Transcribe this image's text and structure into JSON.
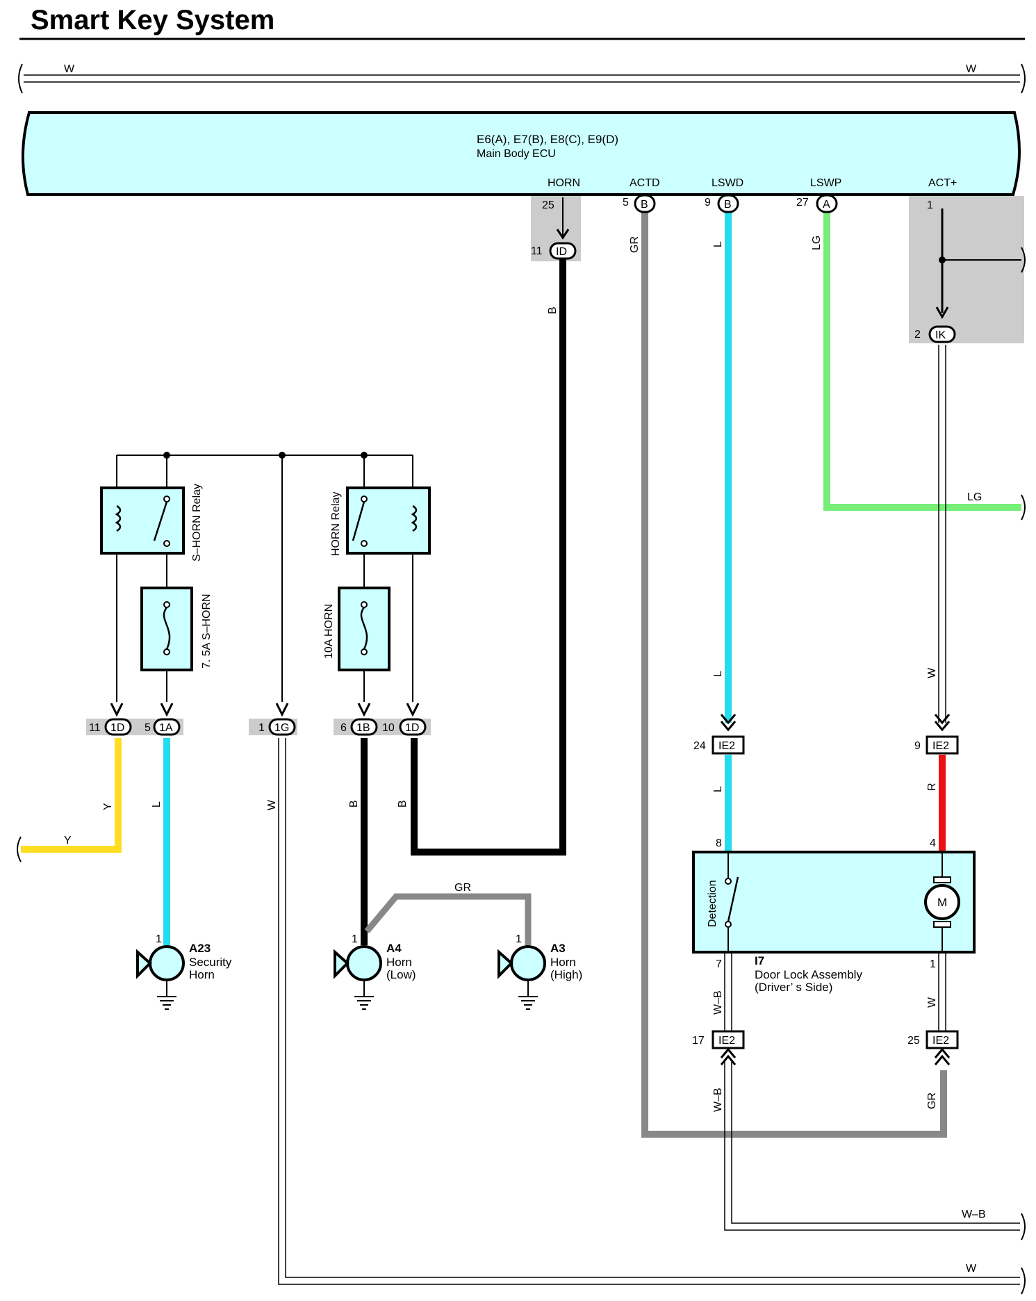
{
  "title": "Smart Key System",
  "ecu": {
    "connectors": "E6(A), E7(B), E8(C), E9(D)",
    "name": "Main Body ECU",
    "terminals": {
      "horn": {
        "label": "HORN",
        "pin": "25",
        "conn": ""
      },
      "actd": {
        "label": "ACTD",
        "pin": "5",
        "conn": "B"
      },
      "lswd": {
        "label": "LSWD",
        "pin": "9",
        "conn": "B"
      },
      "lswp": {
        "label": "LSWP",
        "pin": "27",
        "conn": "A"
      },
      "actp": {
        "label": "ACT+",
        "pin": "1",
        "conn": ""
      }
    }
  },
  "relays": {
    "shorn": "S–HORN Relay",
    "horn": "HORN Relay"
  },
  "fuses": {
    "shorn": "7. 5A S–HORN",
    "horn": "10A HORN"
  },
  "junction_connectors": [
    {
      "pin": "11",
      "id": "ID"
    },
    {
      "pin": "2",
      "id": "IK"
    },
    {
      "pin": "11",
      "id": "1D"
    },
    {
      "pin": "5",
      "id": "1A"
    },
    {
      "pin": "1",
      "id": "1G"
    },
    {
      "pin": "6",
      "id": "1B"
    },
    {
      "pin": "10",
      "id": "1D"
    },
    {
      "pin": "24",
      "id": "IE2"
    },
    {
      "pin": "9",
      "id": "IE2"
    },
    {
      "pin": "17",
      "id": "IE2"
    },
    {
      "pin": "25",
      "id": "IE2"
    }
  ],
  "wire_colors": {
    "W": "W",
    "B": "B",
    "GR": "GR",
    "L": "L",
    "LG": "LG",
    "Y": "Y",
    "R": "R",
    "WB": "W–B"
  },
  "colors": {
    "ecu_fill": "#ccffff",
    "wire_l": "#22ddee",
    "wire_lg": "#77ee77",
    "wire_y": "#ffdd22",
    "wire_r": "#ee1111",
    "wire_b": "#000000",
    "wire_gr": "#888888",
    "shade": "#cccccc"
  },
  "components": {
    "a23": {
      "id": "A23",
      "line1": "Security",
      "line2": "Horn",
      "pin": "1"
    },
    "a4": {
      "id": "A4",
      "line1": "Horn",
      "line2": "(Low)",
      "pin": "1"
    },
    "a3": {
      "id": "A3",
      "line1": "Horn",
      "line2": "(High)",
      "pin": "1"
    },
    "i7": {
      "id": "I7",
      "line1": "Door Lock Assembly",
      "line2": "(Driver’ s Side)",
      "detection": "Detection",
      "motor": "M",
      "pins": {
        "top_left": "8",
        "top_right": "4",
        "bottom_left": "7",
        "bottom_right": "1"
      }
    }
  }
}
